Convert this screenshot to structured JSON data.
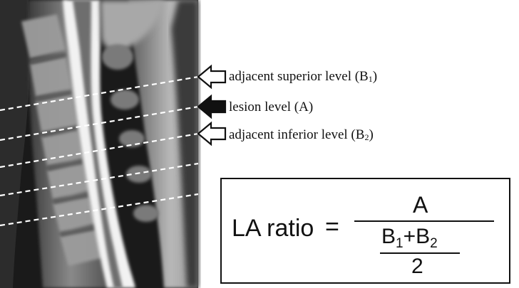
{
  "labels": {
    "superior": {
      "text": "adjacent superior level (B",
      "sub": "1",
      "close": ")"
    },
    "lesion": {
      "text": "lesion level (A)"
    },
    "inferior": {
      "text": "adjacent inferior level (B",
      "sub": "2",
      "close": ")"
    }
  },
  "formula": {
    "lhs": "LA ratio",
    "equals": "=",
    "numerator": "A",
    "b1_base": "B",
    "b1_sub": "1",
    "plus": "+",
    "b2_base": "B",
    "b2_sub": "2",
    "divisor": "2"
  },
  "icons": [
    "outline-arrow-icon",
    "filled-arrow-icon",
    "outline-arrow-icon"
  ],
  "colors": {
    "ink": "#111111",
    "background": "#ffffff",
    "dashed_line": "#ffffff"
  }
}
